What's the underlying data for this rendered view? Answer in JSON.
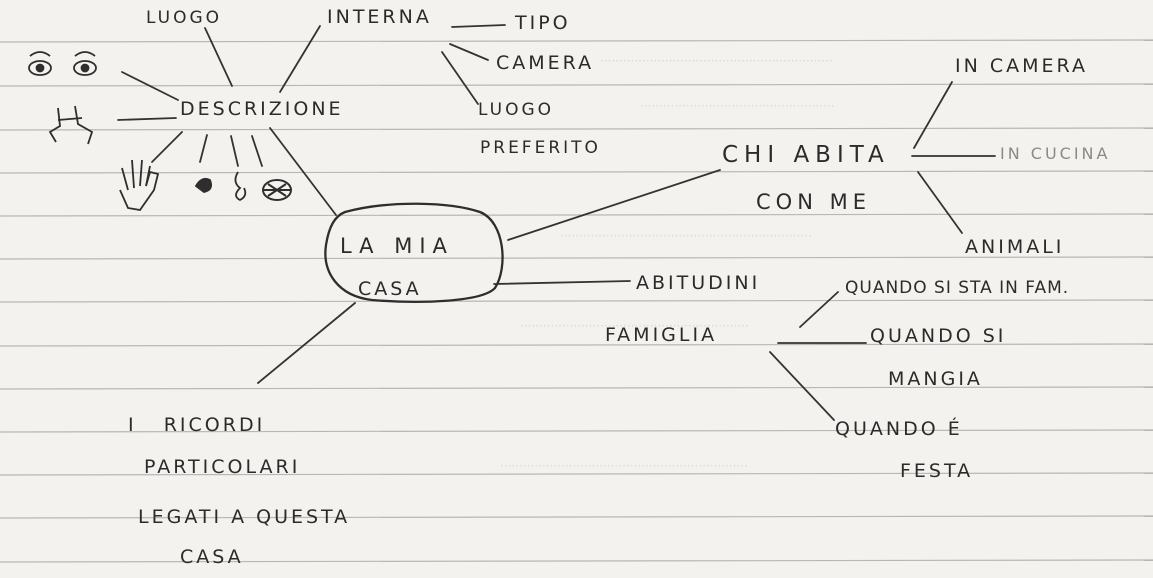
{
  "mindmap": {
    "center": {
      "line1": "LA MIA",
      "line2": "CASA"
    },
    "descrizione": {
      "label": "DESCRIZIONE",
      "luogo": "LUOGO",
      "interna": "INTERNA",
      "tipo": "TIPO",
      "camera": "CAMERA",
      "luogo_preferito_1": "LUOGO",
      "luogo_preferito_2": "PREFERITO",
      "senses_icons": [
        "eyes-icon",
        "ears-icon",
        "hand-icon",
        "nose-icon",
        "ear-icon",
        "mouth-icon"
      ]
    },
    "chi_abita": {
      "line1": "CHI ABITA",
      "line2": "CON ME",
      "in_camera": "IN CAMERA",
      "in_cucina": "IN CUCINA",
      "animali": "ANIMALI"
    },
    "abitudini": {
      "line1": "ABITUDINI",
      "line2": "FAMIGLIA",
      "quando_sista": "QUANDO SI STA IN FAM.",
      "quando_si_1": "QUANDO SI",
      "quando_si_2": "MANGIA",
      "quando_festa_1": "QUANDO É",
      "quando_festa_2": "FESTA"
    },
    "ricordi": {
      "line1": "I   RICORDI",
      "line2": "PARTICOLARI",
      "line3": "LEGATI A QUESTA",
      "line4": "CASA"
    }
  }
}
